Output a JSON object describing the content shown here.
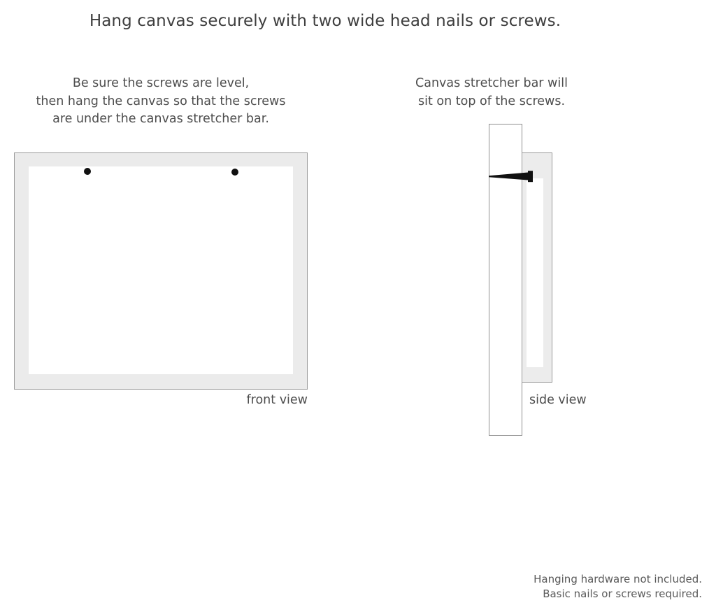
{
  "headline": "Hang canvas securely with two wide head nails or screws.",
  "captions": {
    "left": {
      "line1": "Be sure the screws are level,",
      "line2": "then hang the canvas so that the screws",
      "line3": "are under the canvas stretcher bar."
    },
    "right": {
      "line1": "Canvas stretcher bar will",
      "line2": "sit on top of the screws."
    }
  },
  "labels": {
    "front_view": "front view",
    "side_view": "side view"
  },
  "disclaimer": {
    "line1": "Hanging hardware not included.",
    "line2": "Basic nails or screws required."
  },
  "colors": {
    "background": "#ffffff",
    "text": "#4d4d4d",
    "headline_text": "#3f3f3f",
    "frame_fill": "#ebebeb",
    "frame_border": "#9a9a9a",
    "canvas_fill": "#ffffff",
    "wall_border": "#8f8f8f",
    "stretcher_fill": "#ececec",
    "screw": "#111111"
  },
  "diagram": {
    "front": {
      "screw_count": 2,
      "screw_positions": [
        "left",
        "right"
      ]
    },
    "side": {
      "parts": [
        "wall-board",
        "stretcher-bar",
        "screw"
      ]
    }
  }
}
